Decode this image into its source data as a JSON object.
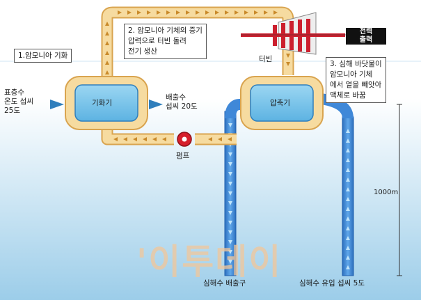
{
  "labels": {
    "step1": "1.암모니아 기화",
    "step2_line1": "2. 암모니아 기체의 증기",
    "step2_line2": "압력으로 터빈 돌려",
    "step2_line3": "전기 생산",
    "step3_line1": "3. 심해 바닷물이",
    "step3_line2": "암모니아 기체",
    "step3_line3": "에서 열을 빼앗아",
    "step3_line4": "액체로 바꿈",
    "turbine": "터빈",
    "power_line1": "전력",
    "power_line2": "출력",
    "surface_line1": "표층수",
    "surface_line2": "온도 섭씨",
    "surface_line3": "25도",
    "discharge_line1": "배출수",
    "discharge_line2": "섭씨 20도",
    "evaporator": "기화기",
    "condenser": "압축기",
    "pump": "펌프",
    "depth": "1000m",
    "deep_outlet": "심해수 배출구",
    "deep_inlet": "심해수 유입 섭씨 5도",
    "watermark": "'이투데이"
  },
  "colors": {
    "sea_top": "#ffffff",
    "sea_bottom": "#9ccde9",
    "pipe_fill": "#f6dba0",
    "pipe_edge": "#d9a44f",
    "pipe_arrow": "#c98a2a",
    "water_pipe": "#3f88d8",
    "water_pipe_edge": "#1f5fae",
    "tank_fill": "#7cc6ec",
    "tank_edge": "#2f7ebc",
    "turbine": "#cc1f2e",
    "pump": "#d61f2c",
    "power_box": "#111111"
  }
}
